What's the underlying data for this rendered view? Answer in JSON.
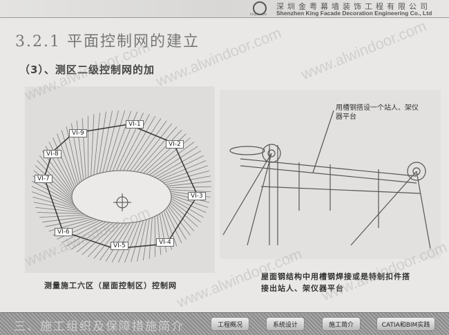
{
  "header": {
    "company_cn": "深圳金粤幕墙装饰工程有限公司",
    "company_en": "Shenzhen King Facade Decoration Engineering Co., Ltd",
    "logo_text": "King Facade"
  },
  "title": "3.2.1 平面控制网的建立",
  "subtitle": "（3）、测区二级控制网的加",
  "left_figure": {
    "labels": [
      "VI-1",
      "VI-2",
      "VI-3",
      "VI-4",
      "VI-5",
      "VI-6",
      "VI-7",
      "VI-8",
      "VI-9"
    ],
    "caption": "测量施工六区（屋面控制区）控制网"
  },
  "right_figure": {
    "note": "用槽钢搭设一个站人、架仪器平台",
    "caption": "屋面钢结构中用槽钢焊接或是特制扣件搭接出站人、架仪器平台"
  },
  "footer": {
    "section_title": "三、施工组织及保障措施简介",
    "nav": [
      "工程概况",
      "系统设计",
      "施工简介",
      "CATIA和BIM实践"
    ]
  },
  "watermark": "www.alwindoor.com"
}
